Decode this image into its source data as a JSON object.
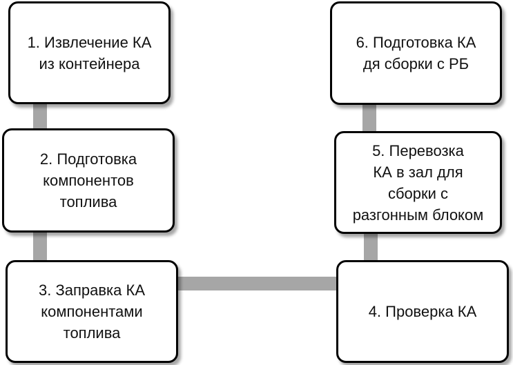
{
  "steps": [
    {
      "label": "1. Извлечение КА\nиз контейнера"
    },
    {
      "label": "2. Подготовка\nкомпонентов\nтоплива"
    },
    {
      "label": "3. Заправка КА\nкомпонентами\nтоплива"
    },
    {
      "label": "4. Проверка КА"
    },
    {
      "label": "5. Перевозка\nКА в зал для\nсборки с\nразгонным блоком"
    },
    {
      "label": "6. Подготовка КА\nдя сборки с РБ"
    }
  ],
  "colors": {
    "border": "#000000",
    "connector": "#a6a6a6",
    "background": "#ffffff"
  }
}
